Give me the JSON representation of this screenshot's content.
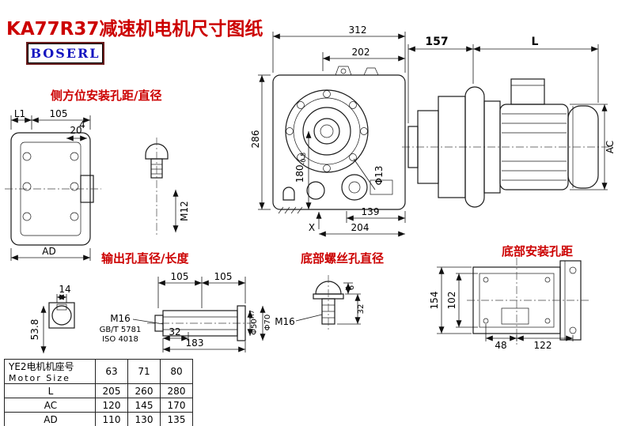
{
  "title": "KA77R37减速机电机尺寸图纸",
  "brand": "BOSERL",
  "annotations": {
    "side_mount": "侧方位安装孔距/直径",
    "output_hole": "输出孔直径/长度",
    "bottom_screw": "底部螺丝孔直径",
    "bottom_mount": "底部安装孔距"
  },
  "dims": {
    "overall_width": "312",
    "flange_width": "202",
    "adapter_len": "157",
    "motor_len": "L",
    "overall_height": "286",
    "shaft_height": "180",
    "shaft_height_tol": "-0.5",
    "hole_dia": "Φ13",
    "foot_len": "139",
    "base_len": "204",
    "datum": "X",
    "motor_dia": "AC",
    "l1": "L1",
    "side_105": "105",
    "side_4": "4",
    "ad": "AD",
    "bolt_20": "20",
    "m12": "M12",
    "key_14": "14",
    "key_53_8": "53.8",
    "out_105a": "105",
    "out_105b": "105",
    "m16_out": "M16",
    "gb": "GB/T 5781",
    "iso": "ISO 4018",
    "out_32": "32",
    "out_183": "183",
    "bore": "Φ50",
    "bore_tol": "H7",
    "spigot": "Φ70",
    "m16_bottom": "M16",
    "screw_6": "6",
    "screw_32": "32",
    "bm_154": "154",
    "bm_102": "102",
    "bm_48": "48",
    "bm_122": "122"
  },
  "table": {
    "header": {
      "line1": "YE2电机机座号",
      "line2": "Motor Size"
    },
    "sizes": [
      "63",
      "71",
      "80"
    ],
    "rows": [
      {
        "label": "L",
        "values": [
          "205",
          "260",
          "280"
        ]
      },
      {
        "label": "AC",
        "values": [
          "120",
          "145",
          "170"
        ]
      },
      {
        "label": "AD",
        "values": [
          "110",
          "130",
          "135"
        ]
      }
    ]
  }
}
